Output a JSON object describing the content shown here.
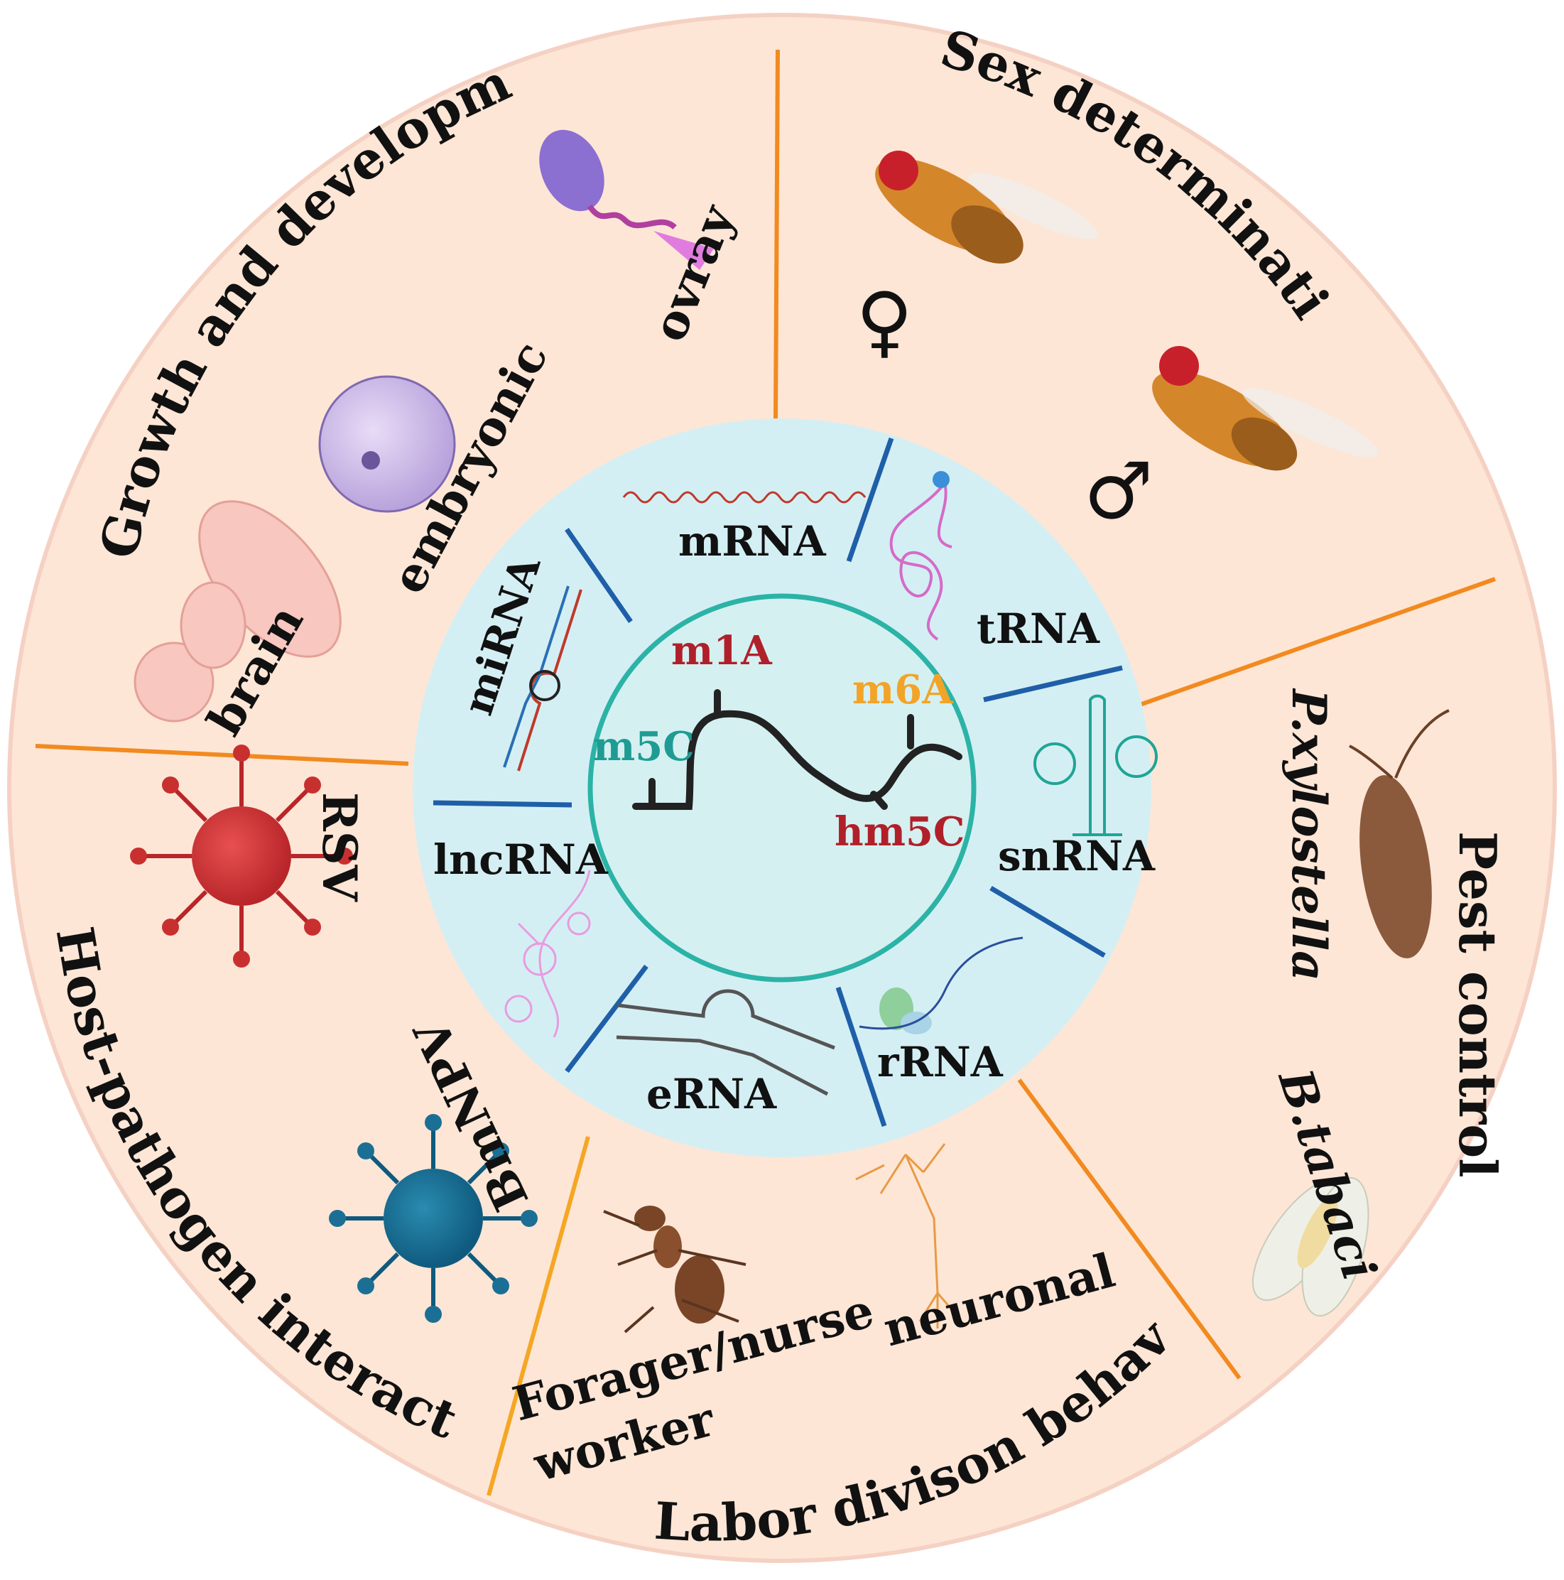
{
  "colors": {
    "outer_ring": "#fde6d6",
    "outer_ring_edge": "#f5d1c3",
    "middle_ring": "#d4eff4",
    "inner_circle": "#d5f0f1",
    "inner_circle_edge": "#2bb3a6",
    "outer_divider": "#f28a1f",
    "inner_divider": "#1f5fa8",
    "m1A": "#b0202a",
    "m6A": "#f2a428",
    "m5C": "#1e9c93",
    "hm5C": "#b0202a"
  },
  "sectors": {
    "growth": {
      "title": "Growth and development",
      "items": [
        "ovray",
        "embryonic",
        "brain"
      ]
    },
    "sex": {
      "title": "Sex determination",
      "female_symbol": "♀",
      "male_symbol": "♂"
    },
    "pest": {
      "title": "Pest control",
      "species": [
        "P.xylostella",
        "B.tabaci"
      ]
    },
    "labor": {
      "title": "Labor divison behavior",
      "items": [
        "neuronal",
        "Forager/nurse",
        "worker"
      ]
    },
    "host": {
      "title": "Host-pathogen interactions",
      "items": [
        "RSV",
        "BmNPV"
      ]
    }
  },
  "rna_types": [
    "mRNA",
    "tRNA",
    "snRNA",
    "rRNA",
    "eRNA",
    "lncRNA",
    "miRNA"
  ],
  "modifications": [
    "m1A",
    "m6A",
    "m5C",
    "hm5C"
  ]
}
